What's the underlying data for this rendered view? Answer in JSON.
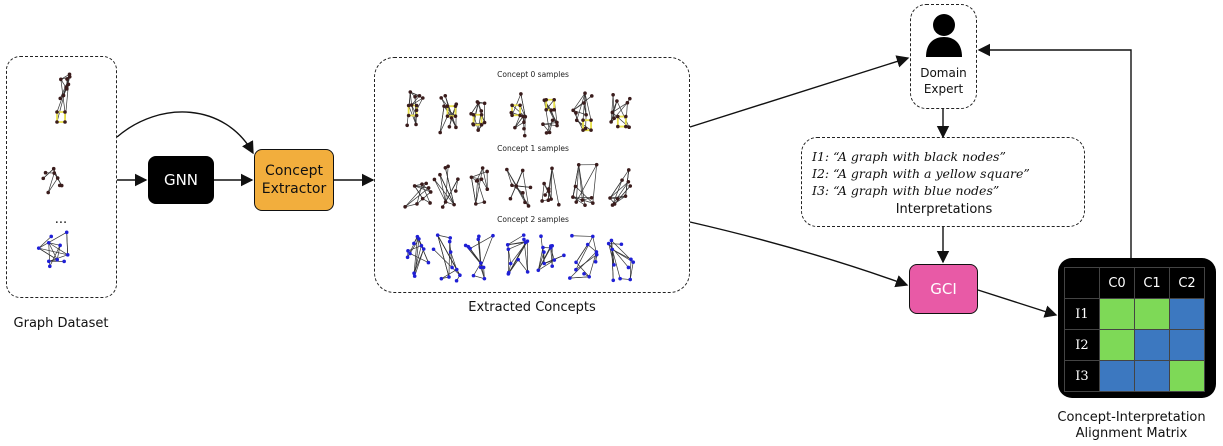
{
  "graph_dataset": {
    "caption": "Graph Dataset",
    "ellipsis": "..."
  },
  "gnn": {
    "label": "GNN",
    "color": "#000000"
  },
  "concept_extractor": {
    "label": "Concept Extractor",
    "color": "#f2ae3d"
  },
  "extracted_concepts": {
    "caption": "Extracted Concepts",
    "rows": [
      {
        "label": "Concept 0 samples",
        "node_color": "#3a1c1c",
        "highlight_color": "#e8e04a"
      },
      {
        "label": "Concept 1 samples",
        "node_color": "#3a1c1c"
      },
      {
        "label": "Concept 2 samples",
        "node_color": "#1f1fd6"
      }
    ]
  },
  "domain_expert": {
    "label": "Domain Expert"
  },
  "interpretations": {
    "caption": "Interpretations",
    "items": [
      "I1: “A graph with black nodes”",
      "I2: “A graph with a yellow square”",
      "I3: “A graph with blue nodes”"
    ]
  },
  "gci": {
    "label": "GCI",
    "color": "#e85aa6"
  },
  "alignment_matrix": {
    "caption": "Concept-Interpretation Alignment Matrix",
    "columns": [
      "C0",
      "C1",
      "C2"
    ],
    "rows": [
      {
        "label": "I1",
        "cells": [
          "match",
          "match",
          "nomatch"
        ]
      },
      {
        "label": "I2",
        "cells": [
          "match",
          "nomatch",
          "nomatch"
        ]
      },
      {
        "label": "I3",
        "cells": [
          "nomatch",
          "nomatch",
          "match"
        ]
      }
    ],
    "colors": {
      "match": "#7ed957",
      "nomatch": "#3c78c0",
      "header": "#000000"
    }
  }
}
